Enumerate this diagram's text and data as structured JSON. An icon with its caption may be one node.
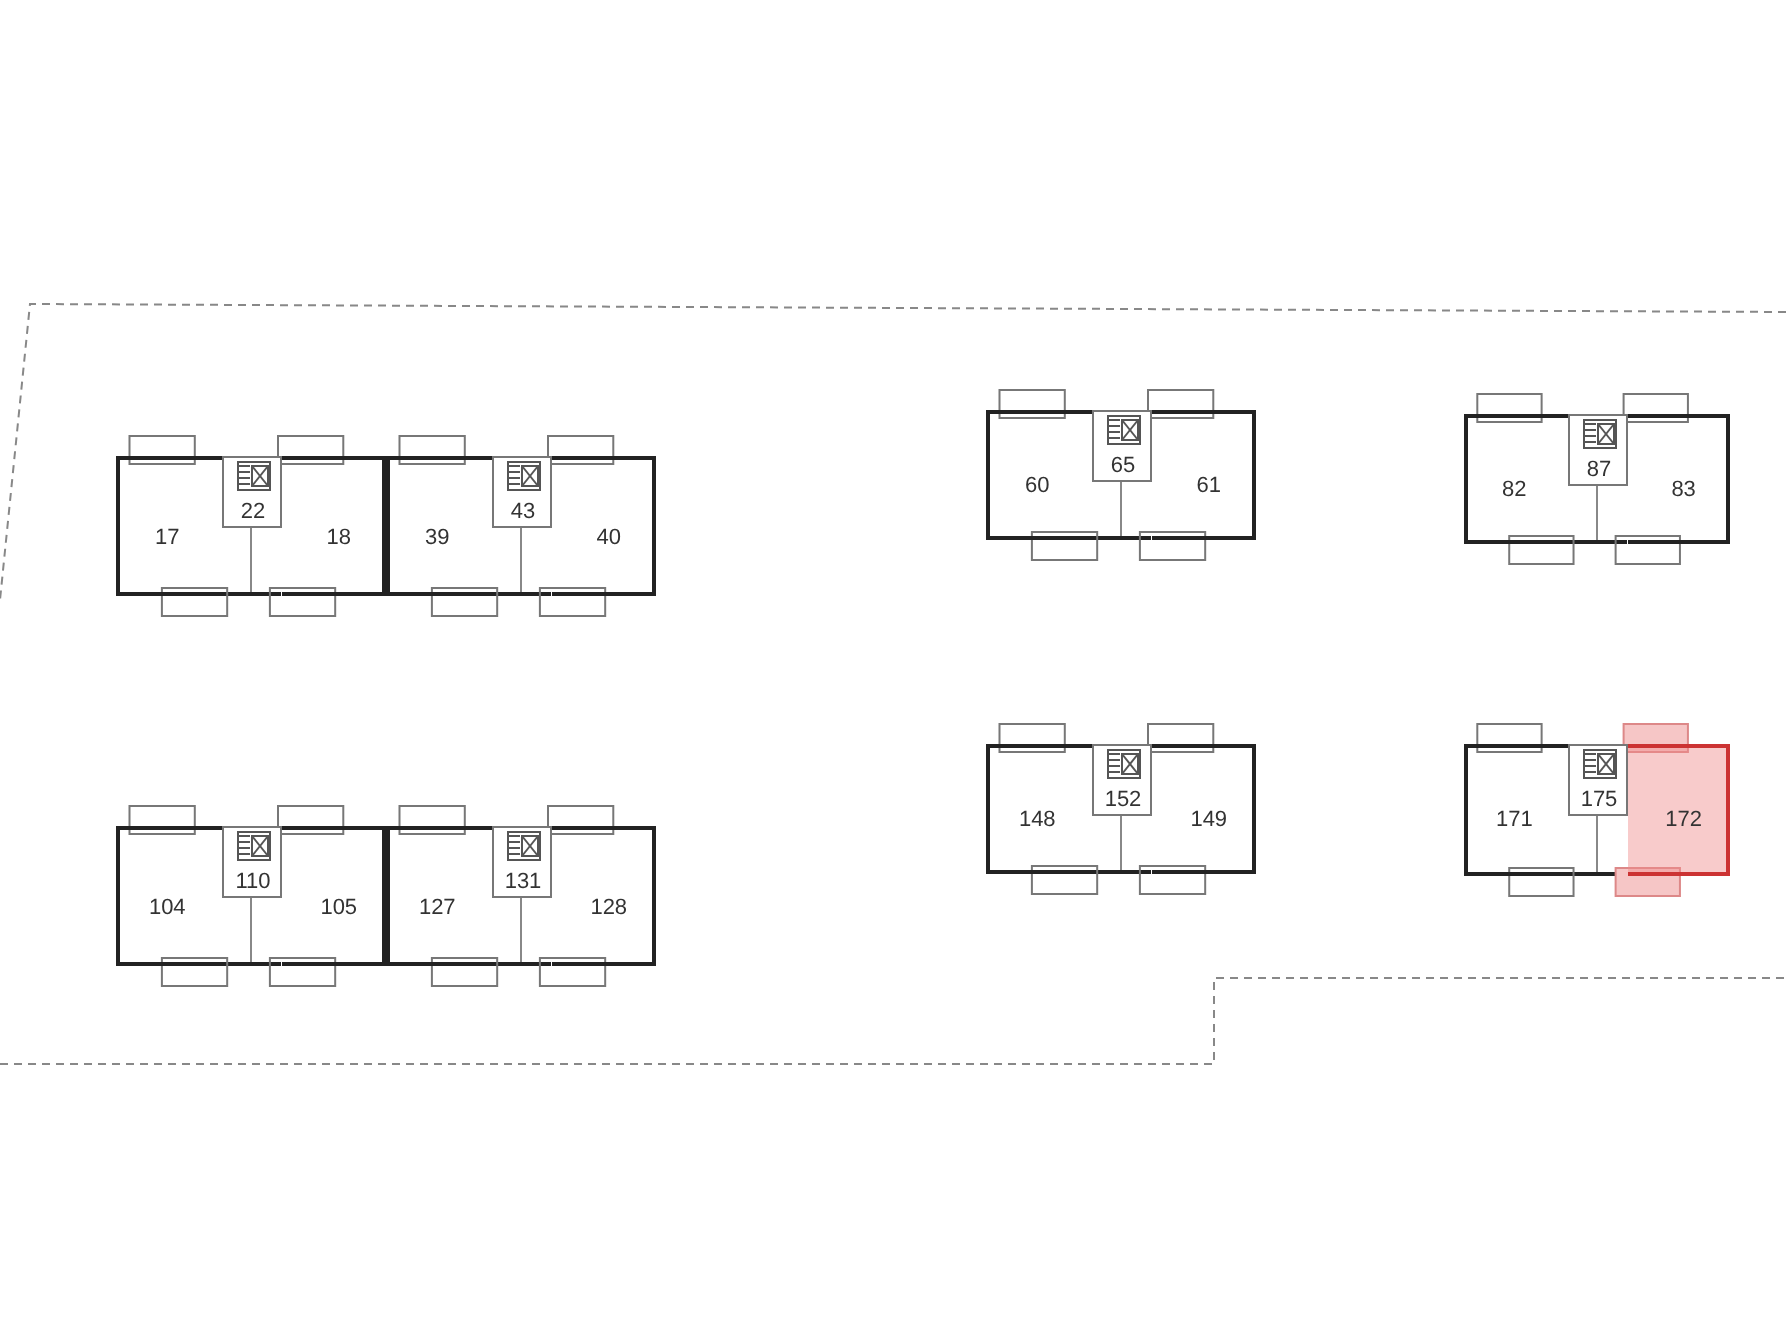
{
  "diagram": {
    "nodes": [
      {
        "text": [
          "17"
        ]
      },
      {
        "text": [
          "22"
        ]
      },
      {
        "text": [
          "18"
        ]
      },
      {
        "text": [
          "39"
        ]
      },
      {
        "text": [
          "43"
        ]
      },
      {
        "text": [
          "40"
        ]
      },
      {
        "text": [
          "60"
        ]
      },
      {
        "text": [
          "65"
        ]
      },
      {
        "text": [
          "61"
        ]
      },
      {
        "text": [
          "82"
        ]
      },
      {
        "text": [
          "87"
        ]
      },
      {
        "text": [
          "83"
        ]
      },
      {
        "text": [
          "104"
        ]
      },
      {
        "text": [
          "110"
        ]
      },
      {
        "text": [
          "105"
        ]
      },
      {
        "text": [
          "127"
        ]
      },
      {
        "text": [
          "131"
        ]
      },
      {
        "text": [
          "128"
        ]
      },
      {
        "text": [
          "148"
        ]
      },
      {
        "text": [
          "152"
        ]
      },
      {
        "text": [
          "149"
        ]
      },
      {
        "text": [
          "171"
        ]
      },
      {
        "text": [
          "175"
        ]
      },
      {
        "text": [
          "172"
        ]
      }
    ]
  }
}
